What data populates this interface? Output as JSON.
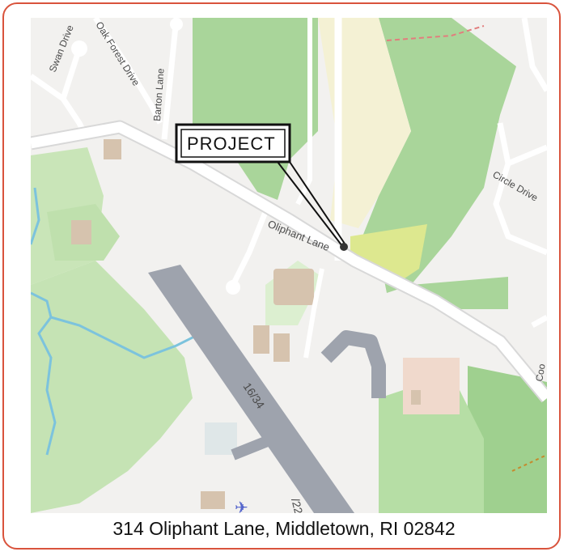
{
  "map": {
    "project_label": "PROJECT",
    "streets": {
      "swan": "Swan Drive",
      "oak_forest": "Oak Forest Drive",
      "barton": "Barton Lane",
      "oliphant": "Oliphant Lane",
      "circle": "Circle Drive",
      "runway": "16/34",
      "runway_end": "/22",
      "edge": "Coo"
    },
    "colors": {
      "background": "#f2f1ef",
      "park": "#a9d59a",
      "forest": "#c5e3b4",
      "road": "#ffffff",
      "runway": "#9ea3ad",
      "building": "#d6c3ae",
      "water": "#7cc3dd",
      "frame": "#d9533c"
    }
  },
  "caption": "314 Oliphant Lane, Middletown, RI 02842"
}
